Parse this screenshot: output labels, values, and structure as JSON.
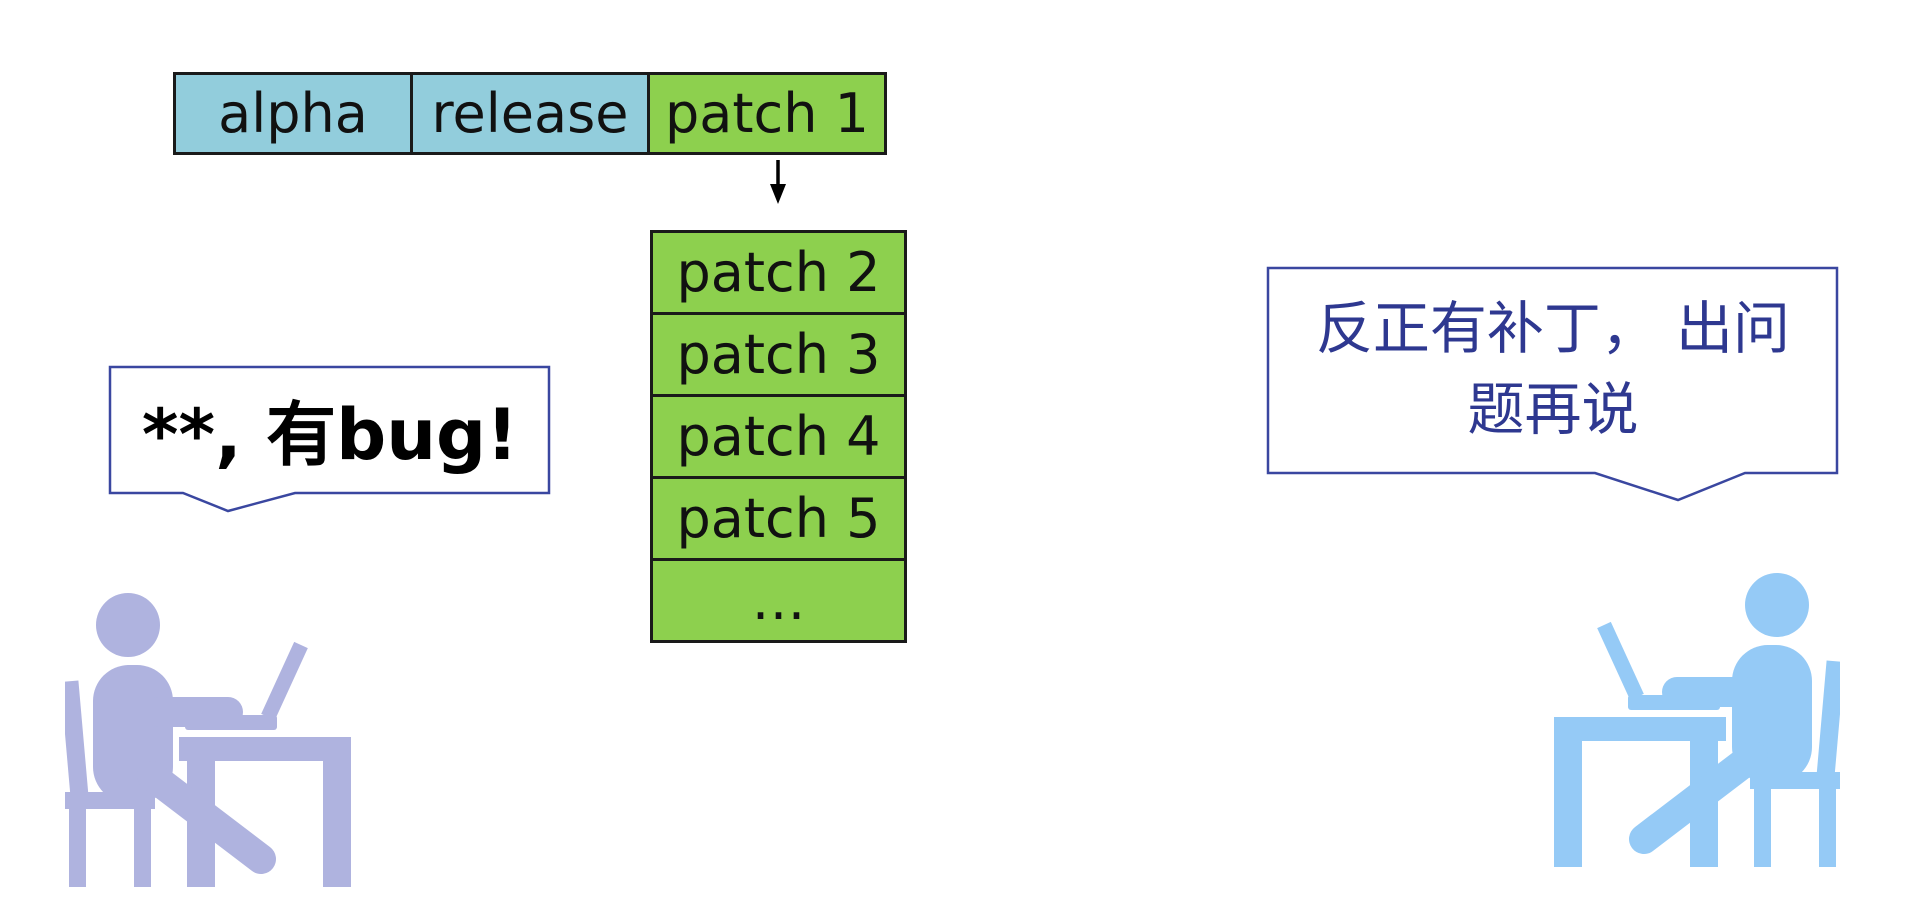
{
  "slide": {
    "background": "#FFFFFF"
  },
  "timeline_bar": {
    "cells": [
      {
        "label": "alpha",
        "color": "#92CDDC"
      },
      {
        "label": "release",
        "color": "#92CDDC"
      },
      {
        "label": "patch 1",
        "color": "#8DD04E"
      }
    ]
  },
  "arrow": {
    "icon": "arrow-down",
    "color": "#000000"
  },
  "patch_stack": {
    "color": "#8DD04E",
    "items": [
      "patch 2",
      "patch 3",
      "patch 4",
      "patch 5",
      "…"
    ]
  },
  "left_callout": {
    "text": "**, 有bug!",
    "text_color": "#000000",
    "border_color": "#3A47A0"
  },
  "right_callout": {
    "full_text": "反正有补丁，出问题再说",
    "lines": [
      "反正有补丁， 出问",
      "题再说"
    ],
    "text_color": "#2E3890",
    "border_color": "#3A47A0"
  },
  "figures": {
    "left": {
      "icon": "person-working-at-desk-with-laptop",
      "color": "#AFB3DF",
      "facing": "right"
    },
    "right": {
      "icon": "person-working-at-desk-with-laptop",
      "color": "#95CAF6",
      "facing": "left"
    }
  }
}
